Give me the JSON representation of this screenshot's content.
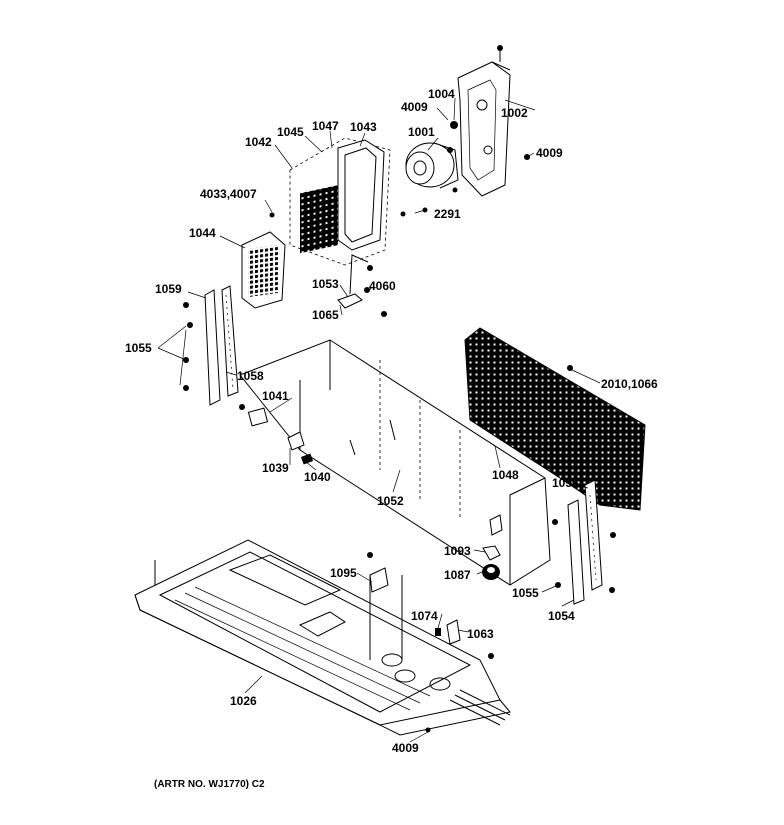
{
  "diagram": {
    "labels": {
      "p1001": "1001",
      "p1002": "1002",
      "p1004": "1004",
      "p4009a": "4009",
      "p4009b": "4009",
      "p4009c": "4009",
      "p2291": "2291",
      "p1042": "1042",
      "p1045": "1045",
      "p1047": "1047",
      "p1043": "1043",
      "p4033": "4033,4007",
      "p1044": "1044",
      "p1053": "1053",
      "p4060": "4060",
      "p1065": "1065",
      "p1059": "1059",
      "p1055a": "1055",
      "p1058": "1058",
      "p1041": "1041",
      "p1039": "1039",
      "p1040": "1040",
      "p1052": "1052",
      "p1048": "1048",
      "p2010": "2010,1066",
      "p1056": "1056",
      "p1093": "1093",
      "p1087": "1087",
      "p1055b": "1055",
      "p1054": "1054",
      "p1095": "1095",
      "p1074": "1074",
      "p1063": "1063",
      "p1026": "1026"
    },
    "caption": "(ARTR NO. WJ1770) C2"
  }
}
